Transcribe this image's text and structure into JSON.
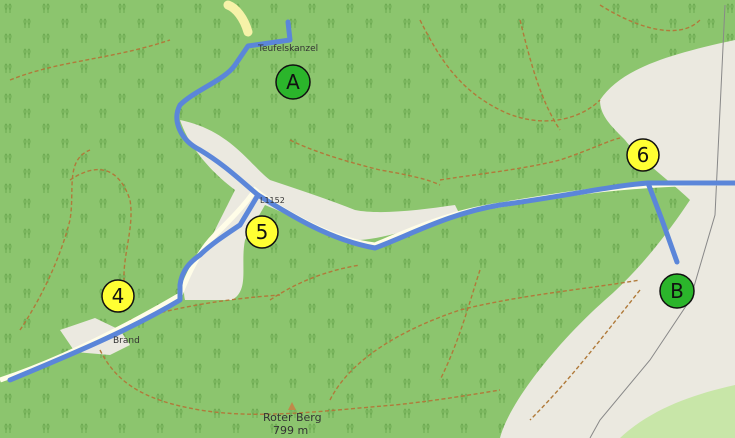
{
  "colors": {
    "forest": "#8cc56e",
    "clearing": "#ebe9e0",
    "track": "#b07a3a",
    "route": "#5b86d9",
    "route_outline": "#3a66c4",
    "marker_green": "#2bb52b",
    "marker_yellow": "#ffff33",
    "road_yellow": "#f6f2a8",
    "rail": "#888888",
    "meadow": "#c8e6a8"
  },
  "markers": [
    {
      "id": "A",
      "label": "A",
      "style": "green"
    },
    {
      "id": "B",
      "label": "B",
      "style": "green"
    },
    {
      "id": "4",
      "label": "4",
      "style": "yellow"
    },
    {
      "id": "5",
      "label": "5",
      "style": "yellow"
    },
    {
      "id": "6",
      "label": "6",
      "style": "yellow"
    }
  ],
  "places": {
    "teufelskanzel": "Teufelskanzel",
    "brand": "Brand",
    "roter_berg": "Roter Berg",
    "roter_berg_elev": "799 m",
    "road_ref": "L1152"
  },
  "icons": {
    "peak": "peak-triangle-icon",
    "tree": "tree-icon"
  }
}
